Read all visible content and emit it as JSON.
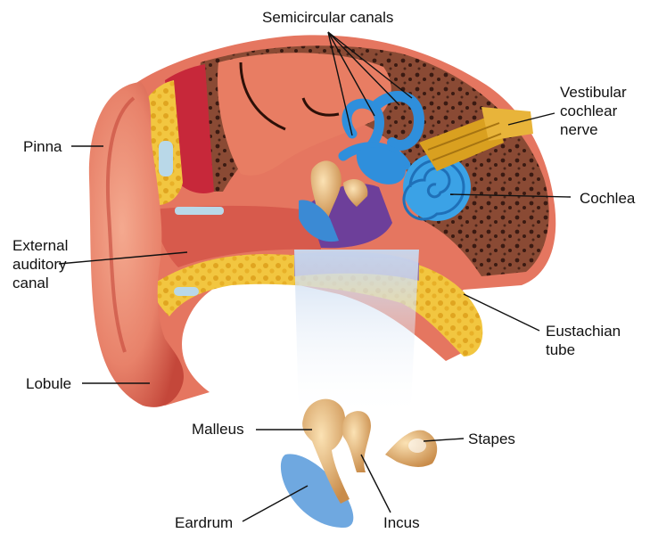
{
  "diagram": {
    "labels": {
      "semicircular_canals": "Semicircular canals",
      "vestibular_nerve": [
        "Vestibular",
        "cochlear",
        "nerve"
      ],
      "pinna": "Pinna",
      "cochlea": "Cochlea",
      "external_auditory_canal": [
        "External",
        "auditory",
        "canal"
      ],
      "eustachian_tube": [
        "Eustachian",
        "tube"
      ],
      "lobule": "Lobule",
      "malleus": "Malleus",
      "stapes": "Stapes",
      "eardrum": "Eardrum",
      "incus": "Incus"
    },
    "colors": {
      "skin": "#e8826a",
      "skin_dark": "#c4473a",
      "bone": "#7a4030",
      "fat": "#f0c23a",
      "inner_ear": "#3a9be0",
      "nerve": "#d9a020",
      "ossicles": "#e6b878",
      "beam": "#cfe2f5",
      "purple": "#7d4fa8"
    }
  }
}
